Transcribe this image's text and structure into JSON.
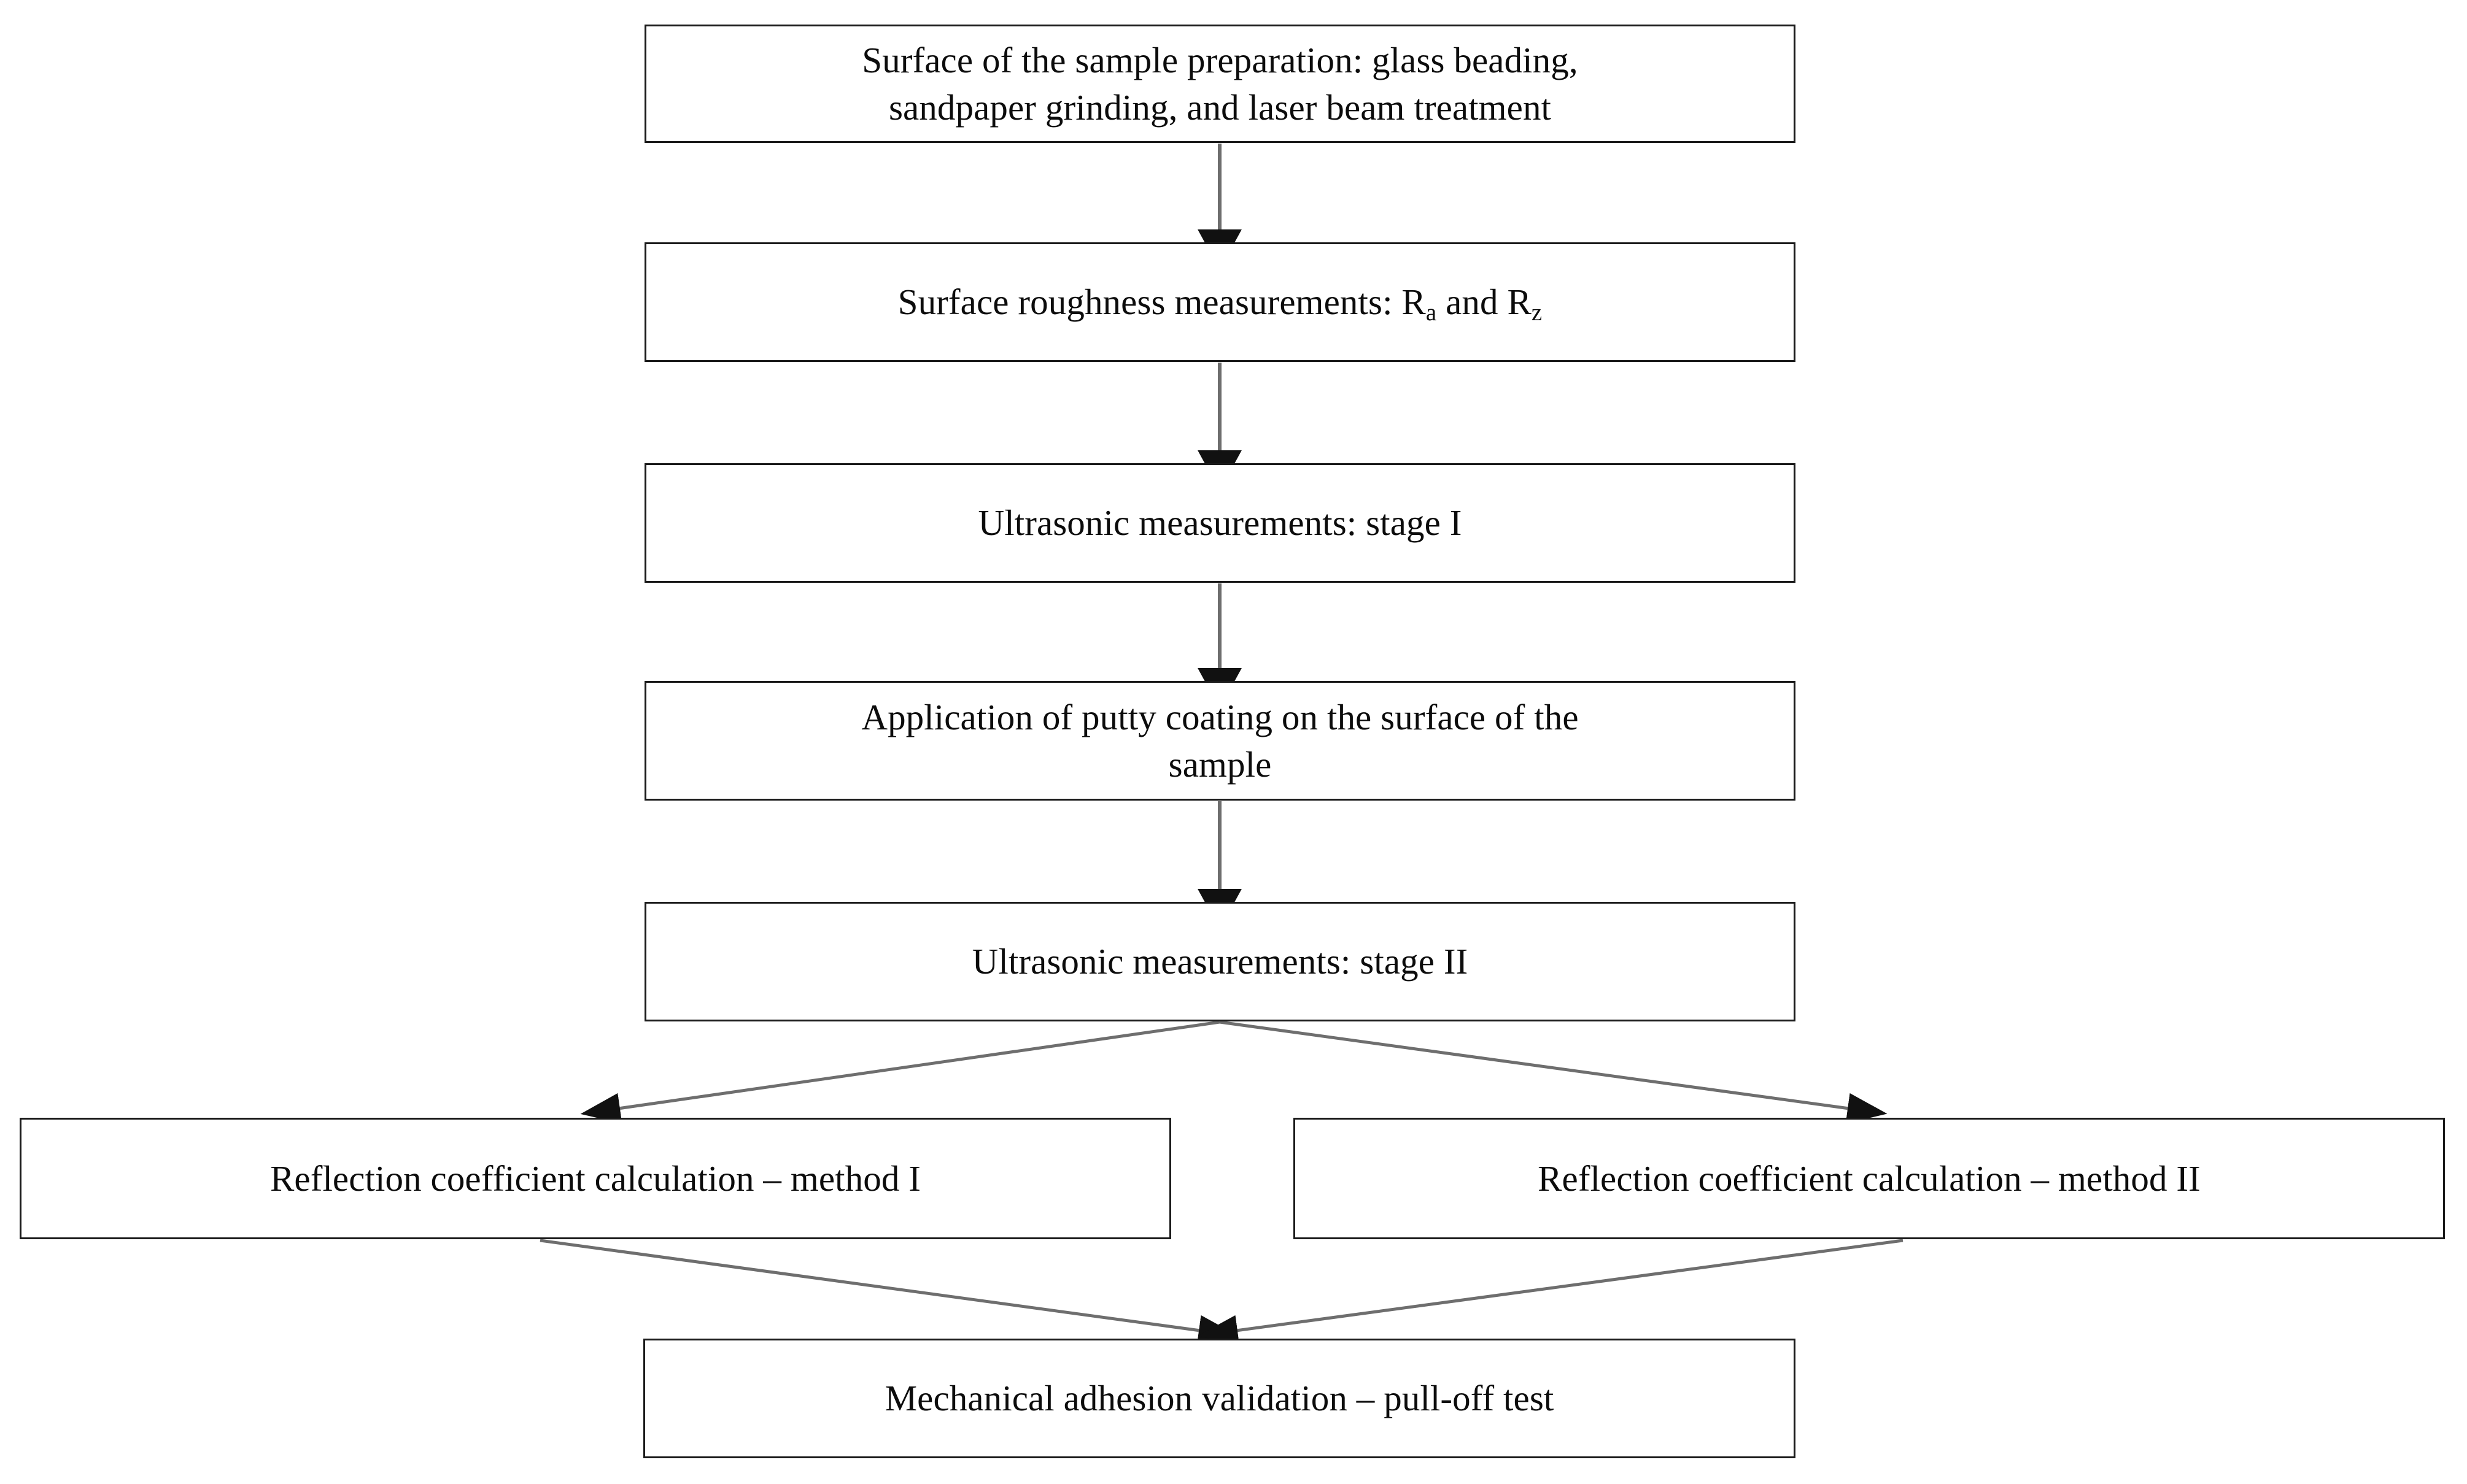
{
  "diagram": {
    "type": "flowchart",
    "orientation": "top-to-bottom",
    "background_color": "#ffffff",
    "box_border_color": "#1a1a1a",
    "connector_color": "#6e6e6e",
    "arrowhead_color": "#111111",
    "text_color": "#0c0c0c",
    "nodes": [
      {
        "id": "prep",
        "label": "Surface of the sample preparation: glass beading,\nsandpaper grinding, and laser beam treatment",
        "lines": 2
      },
      {
        "id": "roughness",
        "label_prefix": "Surface roughness measurements: R",
        "sub1": "a",
        "label_middle": " and R",
        "sub2": "z"
      },
      {
        "id": "us1",
        "label": "Ultrasonic measurements: stage I"
      },
      {
        "id": "putty",
        "label_line1": "Application of putty coating on the surface of the",
        "label_line2": "sample"
      },
      {
        "id": "us2",
        "label": "Ultrasonic measurements: stage II"
      },
      {
        "id": "method1",
        "label": "Reflection coefficient calculation – method I"
      },
      {
        "id": "method2",
        "label": "Reflection coefficient calculation – method II"
      },
      {
        "id": "pulloff",
        "label": "Mechanical adhesion validation – pull-off test"
      }
    ],
    "edges": [
      {
        "from": "prep",
        "to": "roughness",
        "style": "straight-vertical-arrow"
      },
      {
        "from": "roughness",
        "to": "us1",
        "style": "straight-vertical-arrow"
      },
      {
        "from": "us1",
        "to": "putty",
        "style": "straight-vertical-arrow"
      },
      {
        "from": "putty",
        "to": "us2",
        "style": "straight-vertical-arrow"
      },
      {
        "from": "us2",
        "to": "method1",
        "style": "diagonal-branch-arrow"
      },
      {
        "from": "us2",
        "to": "method2",
        "style": "diagonal-branch-arrow"
      },
      {
        "from": "method1",
        "to": "pulloff",
        "style": "diagonal-merge-arrow"
      },
      {
        "from": "method2",
        "to": "pulloff",
        "style": "diagonal-merge-arrow"
      }
    ]
  }
}
